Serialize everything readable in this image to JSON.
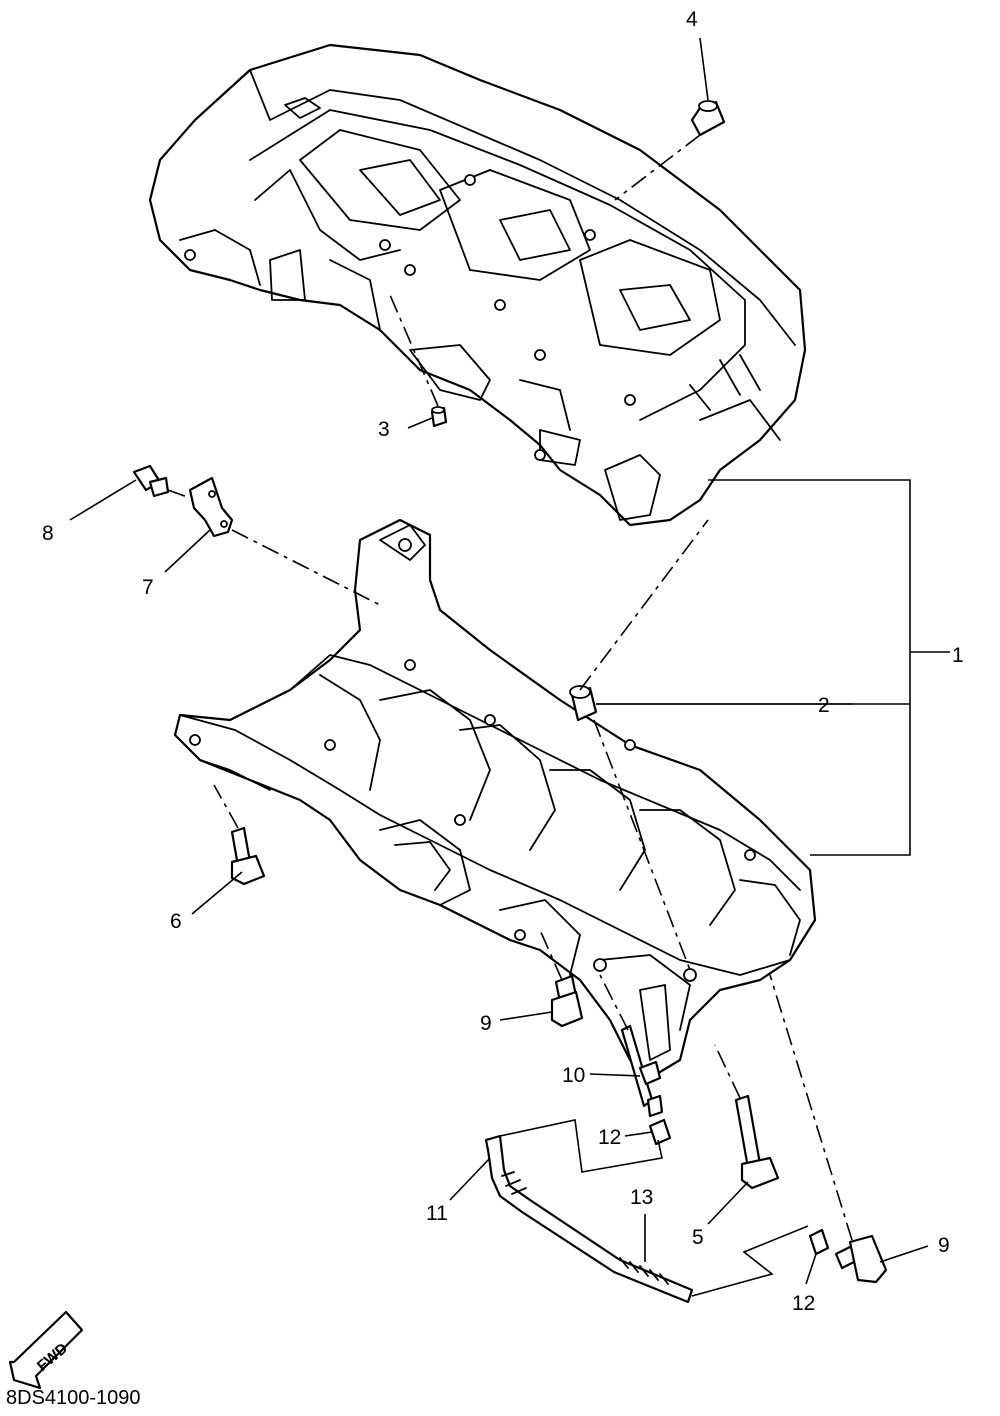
{
  "diagram_code": "8DS4100-1090",
  "fwd_label": "FWD",
  "callouts": [
    {
      "id": "c1",
      "number": "1"
    },
    {
      "id": "c2",
      "number": "2"
    },
    {
      "id": "c3",
      "number": "3"
    },
    {
      "id": "c4",
      "number": "4"
    },
    {
      "id": "c5",
      "number": "5"
    },
    {
      "id": "c6",
      "number": "6"
    },
    {
      "id": "c7",
      "number": "7"
    },
    {
      "id": "c8",
      "number": "8"
    },
    {
      "id": "c9a",
      "number": "9"
    },
    {
      "id": "c9b",
      "number": "9"
    },
    {
      "id": "c10",
      "number": "10"
    },
    {
      "id": "c11",
      "number": "11"
    },
    {
      "id": "c12a",
      "number": "12"
    },
    {
      "id": "c12b",
      "number": "12"
    },
    {
      "id": "c13",
      "number": "13"
    }
  ]
}
